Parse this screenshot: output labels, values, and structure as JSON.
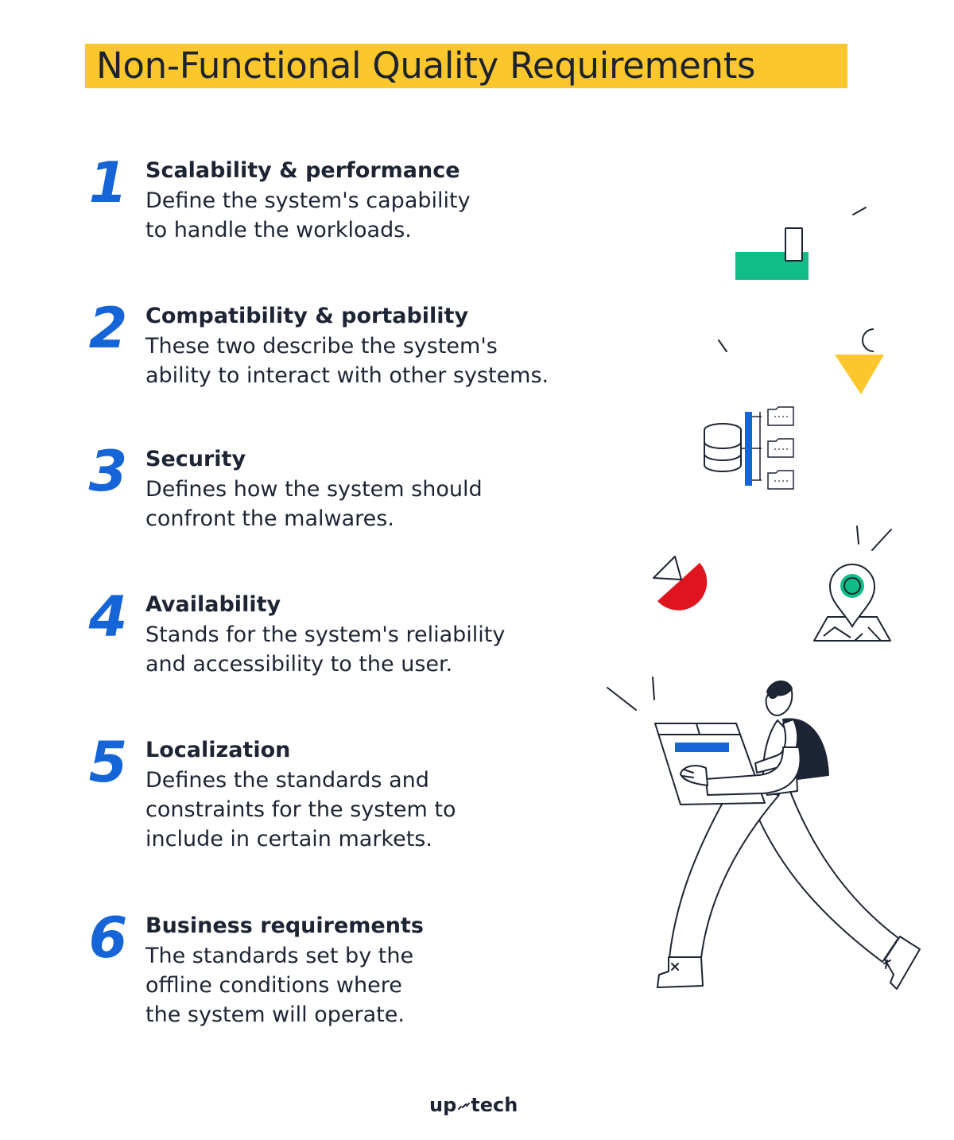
{
  "title": "Non-Functional Quality Requirements",
  "colors": {
    "accent_yellow": "#fcc72c",
    "number_blue": "#1565d8",
    "green": "#10bd86",
    "red": "#e0141e",
    "text": "#1d2433"
  },
  "items": [
    {
      "number": "1",
      "title": "Scalability & performance",
      "lines": [
        "Define the system's capability",
        "to handle the workloads."
      ]
    },
    {
      "number": "2",
      "title": "Compatibility & portability",
      "lines": [
        "These two describe the system's",
        "ability to interact with other systems."
      ]
    },
    {
      "number": "3",
      "title": "Security",
      "lines": [
        "Defines how the system should",
        "confront the malwares."
      ]
    },
    {
      "number": "4",
      "title": "Availability",
      "lines": [
        "Stands for the system's reliability",
        "and accessibility to the user."
      ]
    },
    {
      "number": "5",
      "title": "Localization",
      "lines": [
        "Defines the standards and",
        "constraints for the system to",
        "include in certain markets."
      ]
    },
    {
      "number": "6",
      "title": "Business requirements",
      "lines": [
        "The standards set by the",
        "offline conditions where",
        "the system will operate."
      ]
    }
  ],
  "logo": {
    "left": "up",
    "right": "tech"
  },
  "illustration": {
    "icons": [
      "green-bar-icon",
      "phone-outline-icon",
      "yellow-triangle-icon",
      "database-icon",
      "folder-icon",
      "red-pie-icon",
      "map-pin-icon",
      "map-icon",
      "person-carrying-browser-icon"
    ]
  }
}
